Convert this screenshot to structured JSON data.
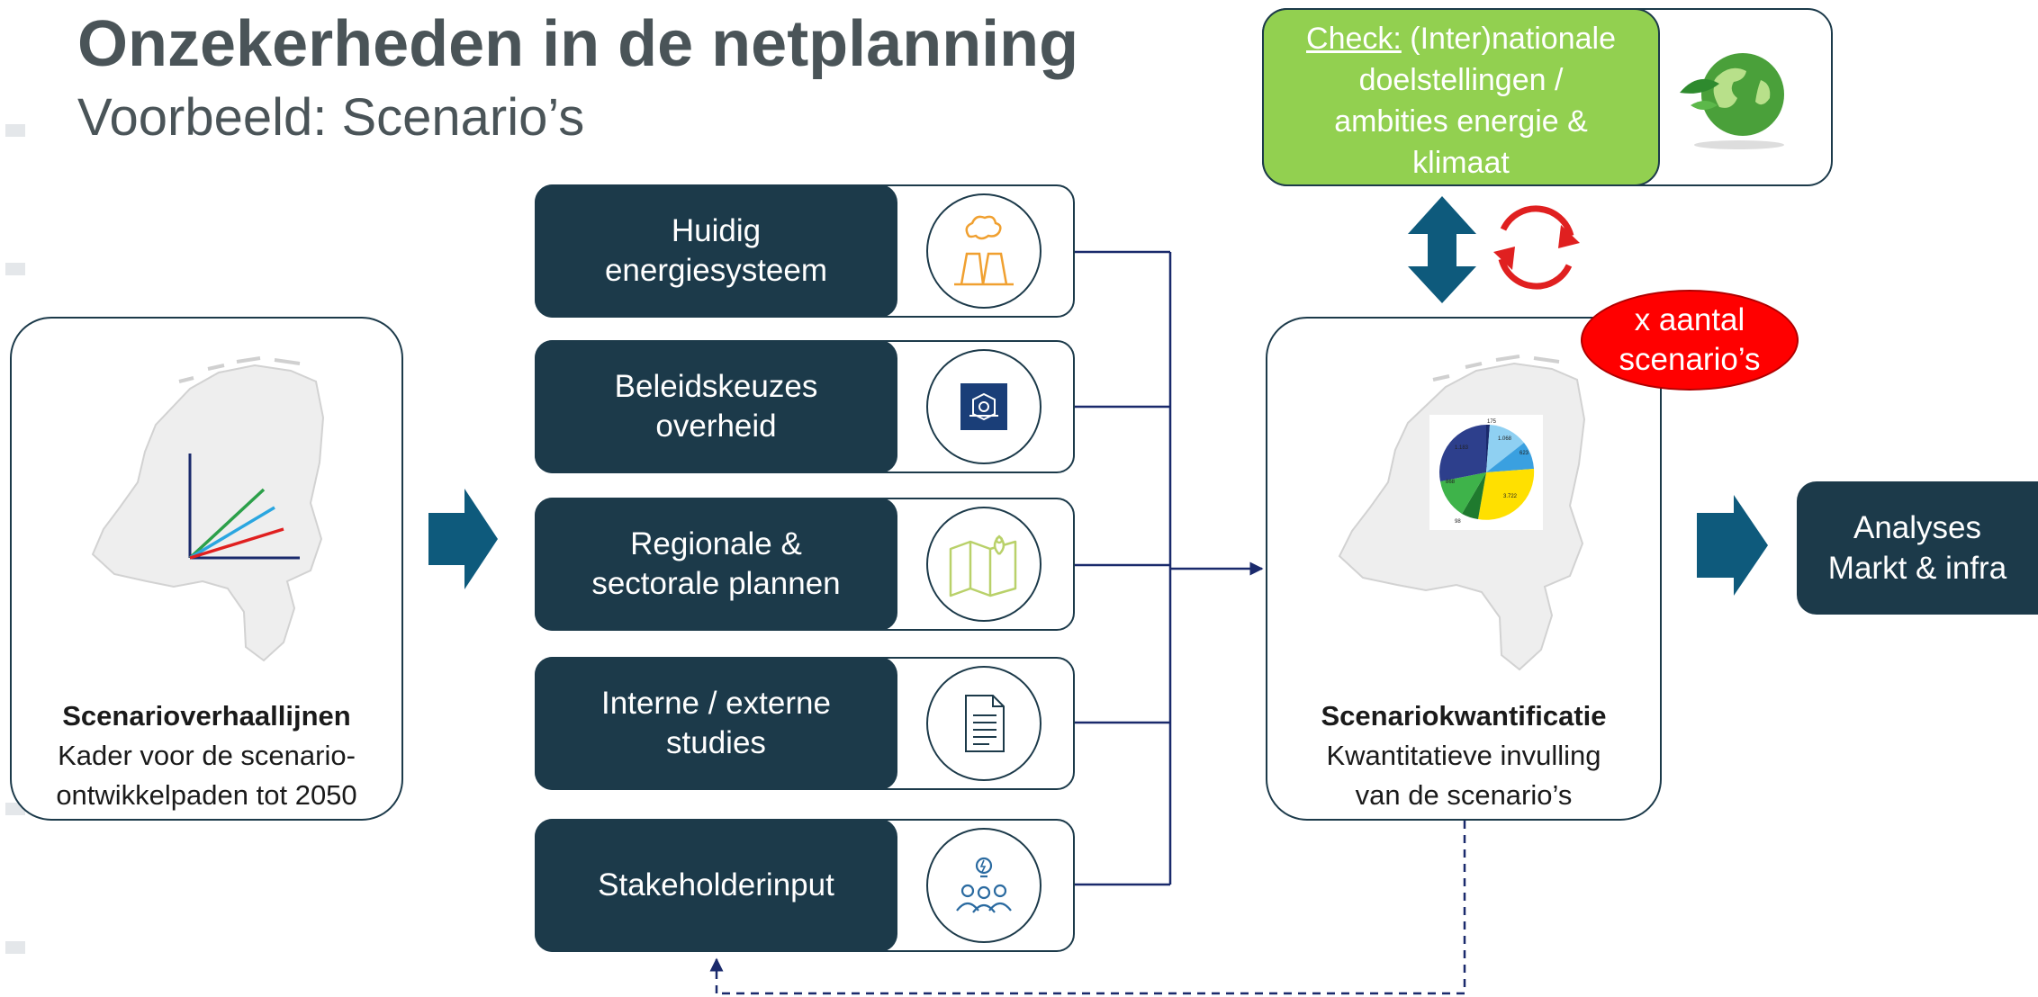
{
  "header": {
    "title": "Onzekerheden in de netplanning",
    "subtitle": "Voorbeeld: Scenario’s"
  },
  "storylines": {
    "title": "Scenarioverhaallijnen",
    "line1": "Kader voor de scenario-",
    "line2": "ontwikkelpaden tot 2050"
  },
  "inputs": [
    {
      "line1": "Huidig",
      "line2": "energiesysteem",
      "icon": "power-plant-icon"
    },
    {
      "line1": "Beleidskeuzes",
      "line2": "overheid",
      "icon": "government-emblem-icon"
    },
    {
      "line1": "Regionale &",
      "line2": "sectorale plannen",
      "icon": "map-pin-icon"
    },
    {
      "line1": "Interne / externe",
      "line2": "studies",
      "icon": "document-icon"
    },
    {
      "line1": "Stakeholderinput",
      "line2": "",
      "icon": "people-idea-icon"
    }
  ],
  "check": {
    "label": "Check:",
    "text1": " (Inter)nationale",
    "text2": "doelstellingen /",
    "text3": "ambities energie &",
    "text4": "klimaat",
    "icon": "green-globe-icon"
  },
  "scenario_count": {
    "line1": "x aantal",
    "line2": "scenario’s"
  },
  "quantification": {
    "title": "Scenariokwantificatie",
    "line1": "Kwantitatieve invulling",
    "line2": "van de scenario’s",
    "pie_labels": [
      "175",
      "1.068",
      "623",
      "3.722",
      "98",
      "868",
      "1.183"
    ]
  },
  "analyses": {
    "line1": "Analyses",
    "line2": "Markt & infra"
  },
  "colors": {
    "dark_box": "#1c3a4a",
    "arrow_blue": "#0e5a7c",
    "check_green": "#92d050",
    "count_red": "#ff0000",
    "connector_navy": "#1a2a6c"
  }
}
